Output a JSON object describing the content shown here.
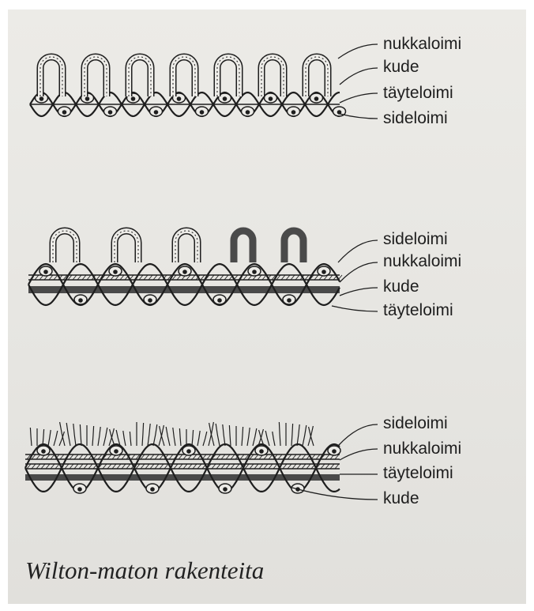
{
  "diagrams": [
    {
      "labels": [
        "nukkaloimi",
        "kude",
        "täyteloimi",
        "sideloimi"
      ]
    },
    {
      "labels": [
        "sideloimi",
        "nukkaloimi",
        "kude",
        "täyteloimi"
      ]
    },
    {
      "labels": [
        "sideloimi",
        "nukkaloimi",
        "täyteloimi",
        "kude"
      ]
    }
  ],
  "caption": "Wilton-maton rakenteita",
  "colors": {
    "background": "#e8e7e3",
    "ink": "#1e1e1e",
    "dark_pile": "#4a4a4a"
  }
}
